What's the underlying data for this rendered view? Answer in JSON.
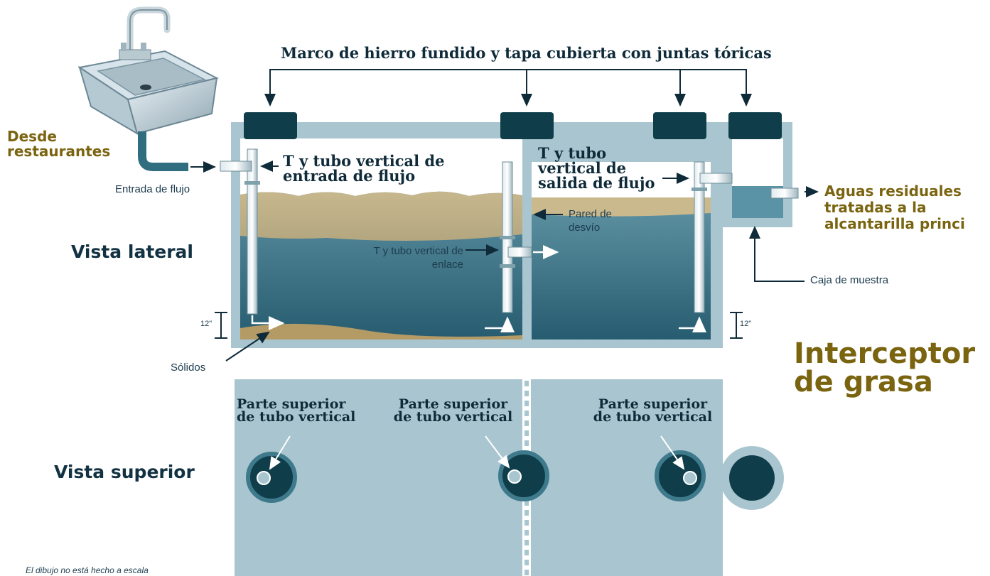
{
  "title": {
    "line1": "Interceptor",
    "line2": "de grasa"
  },
  "source": {
    "line1": "Desde",
    "line2": "restaurantes"
  },
  "views": {
    "side": "Vista lateral",
    "top": "Vista superior"
  },
  "labels": {
    "frame": "Marco de hierro fundido y tapa cubierta con juntas tóricas",
    "inlet_tee": {
      "line1": "T y tubo vertical de",
      "line2": "entrada de flujo"
    },
    "outlet_tee": {
      "line1": "T y tubo",
      "line2": "vertical de",
      "line3": "salida de flujo"
    },
    "inlet": "Entrada de flujo",
    "baffle": {
      "line1": "Pared de",
      "line2": "desvío"
    },
    "link_tee": {
      "line1": "T y tubo vertical de",
      "line2": "enlace"
    },
    "solids": "Sólidos",
    "sample_box": "Caja de muestra",
    "depth_left": "12\"",
    "depth_right": "12\"",
    "standpipe_top": "Parte superior",
    "standpipe_top2": "de tubo vertical"
  },
  "outflow": {
    "line1": "Aguas residuales",
    "line2": "tratadas a la",
    "line3": "alcantarilla princi"
  },
  "note": "El dibujo no está hecho a escala",
  "colors": {
    "tank": "#a9c6d0",
    "water_top": "#5f9aac",
    "water_bottom": "#2c6277",
    "grease": "#c7b488",
    "lid": "#0f3d4a",
    "olive_text": "#7a6410",
    "navy_text": "#123243"
  }
}
